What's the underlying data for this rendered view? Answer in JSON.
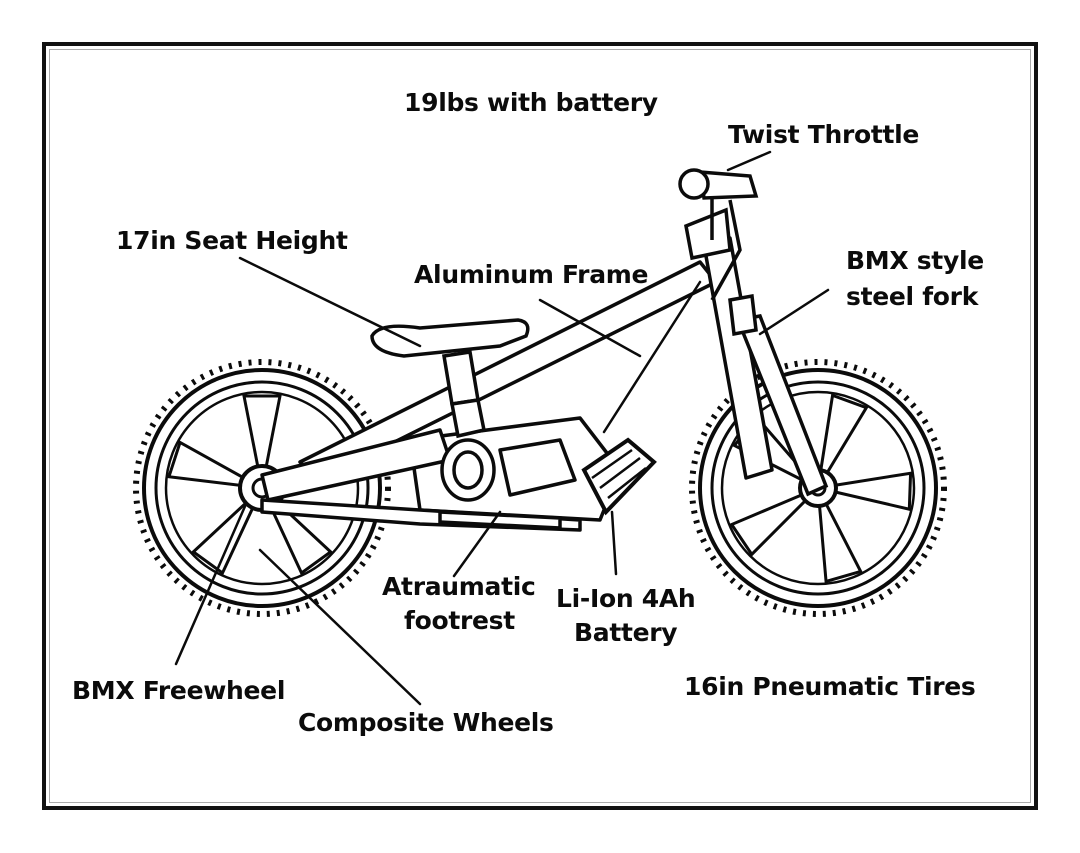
{
  "diagram": {
    "colors": {
      "ink": "#0b0b0b",
      "paper": "#ffffff"
    },
    "labels": {
      "weight": "19lbs with battery",
      "throttle": "Twist Throttle",
      "seat_height": "17in Seat Height",
      "frame": "Aluminum Frame",
      "fork_line1": "BMX style",
      "fork_line2": "steel fork",
      "footrest_line1": "Atraumatic",
      "footrest_line2": "footrest",
      "battery_line1": "Li-Ion 4Ah",
      "battery_line2": "Battery",
      "freewheel": "BMX Freewheel",
      "wheels": "Composite Wheels",
      "tires": "16in Pneumatic Tires"
    }
  }
}
